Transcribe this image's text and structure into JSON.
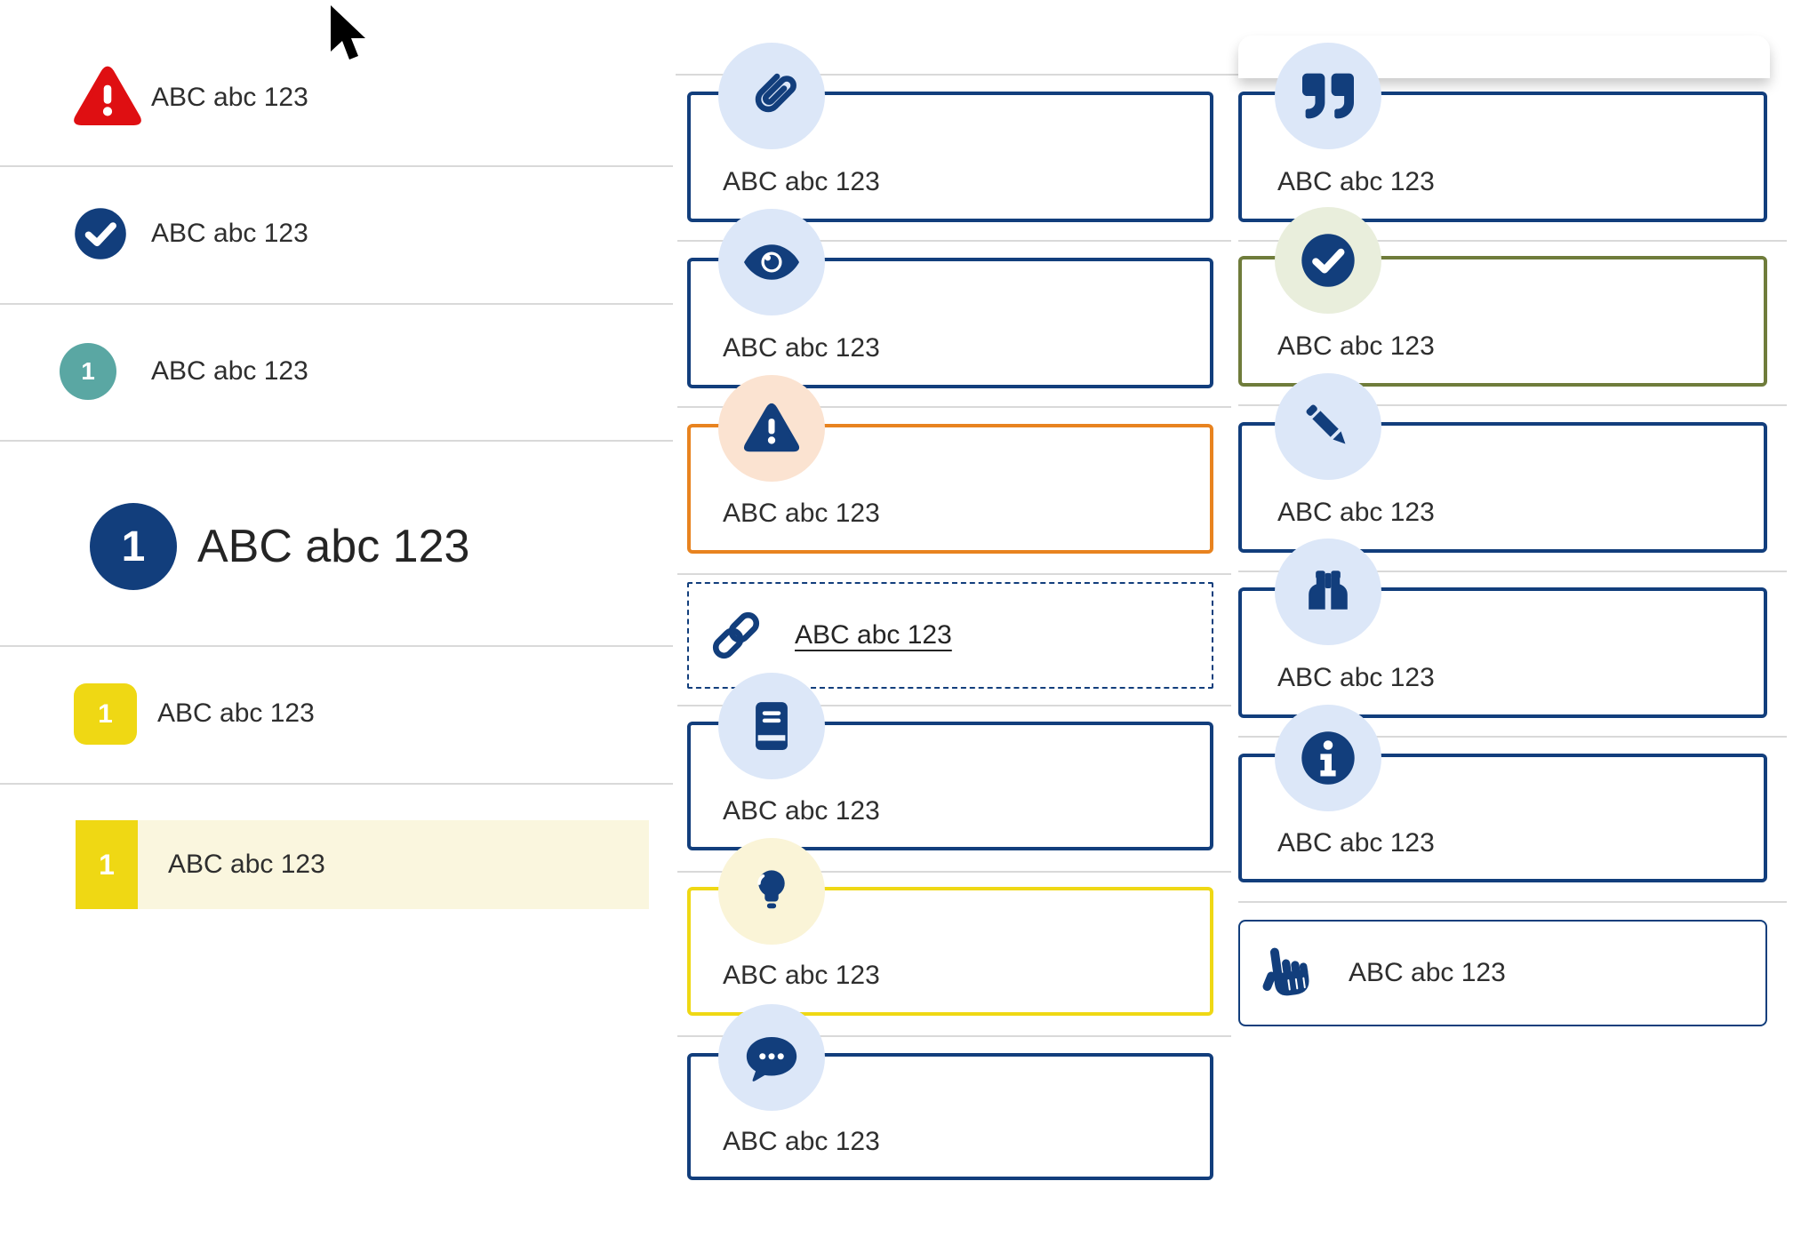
{
  "colors": {
    "navy": "#123e7c",
    "light_blue_circle": "#dce7f8",
    "peach_circle": "#fbe3d1",
    "cream_circle": "#faf4d7",
    "pale_green_circle": "#e9eedc",
    "orange_border": "#e8831f",
    "yellow_border": "#efd814",
    "olive_border": "#6f7c3b",
    "teal_badge": "#5aa7a3",
    "yellow_badge": "#efd814",
    "pale_yellow_row": "#faf6de",
    "red_warning": "#df0f12",
    "separator": "#d9d9d9",
    "text": "#2e2e2e"
  },
  "cursor": {
    "type": "arrow-pointer"
  },
  "left_list": {
    "items": [
      {
        "icon": "warning-triangle",
        "label": "ABC abc 123"
      },
      {
        "icon": "check-circle",
        "label": "ABC abc 123"
      },
      {
        "icon": "number-badge-teal-circle",
        "badge": "1",
        "label": "ABC abc 123"
      },
      {
        "icon": "number-badge-navy-circle-large",
        "badge": "1",
        "label": "ABC abc 123",
        "variant": "heading"
      },
      {
        "icon": "number-badge-yellow-square",
        "badge": "1",
        "label": "ABC abc 123"
      },
      {
        "icon": "number-badge-yellow-tab",
        "badge": "1",
        "label": "ABC abc 123",
        "variant": "highlighted-row"
      }
    ]
  },
  "middle_callouts": {
    "items": [
      {
        "icon": "paperclip",
        "style": "navy",
        "label": "ABC abc 123"
      },
      {
        "icon": "eye",
        "style": "navy",
        "label": "ABC abc 123"
      },
      {
        "icon": "warning-triangle",
        "style": "orange",
        "label": "ABC abc 123"
      },
      {
        "icon": "link",
        "style": "dashed-link",
        "label": "ABC abc 123"
      },
      {
        "icon": "book",
        "style": "navy",
        "label": "ABC abc 123"
      },
      {
        "icon": "lightbulb",
        "style": "yellow",
        "label": "ABC abc 123"
      },
      {
        "icon": "comment-dots",
        "style": "navy",
        "label": "ABC abc 123"
      }
    ]
  },
  "right_callouts": {
    "items": [
      {
        "icon": "quote-right",
        "style": "navy",
        "label": "ABC abc 123"
      },
      {
        "icon": "check-circle",
        "style": "olive",
        "label": "ABC abc 123"
      },
      {
        "icon": "pencil",
        "style": "navy",
        "label": "ABC abc 123"
      },
      {
        "icon": "binoculars",
        "style": "navy",
        "label": "ABC abc 123"
      },
      {
        "icon": "info-circle",
        "style": "navy",
        "label": "ABC abc 123"
      },
      {
        "icon": "hand-pointer",
        "style": "navy-inline",
        "label": "ABC abc 123"
      }
    ]
  }
}
